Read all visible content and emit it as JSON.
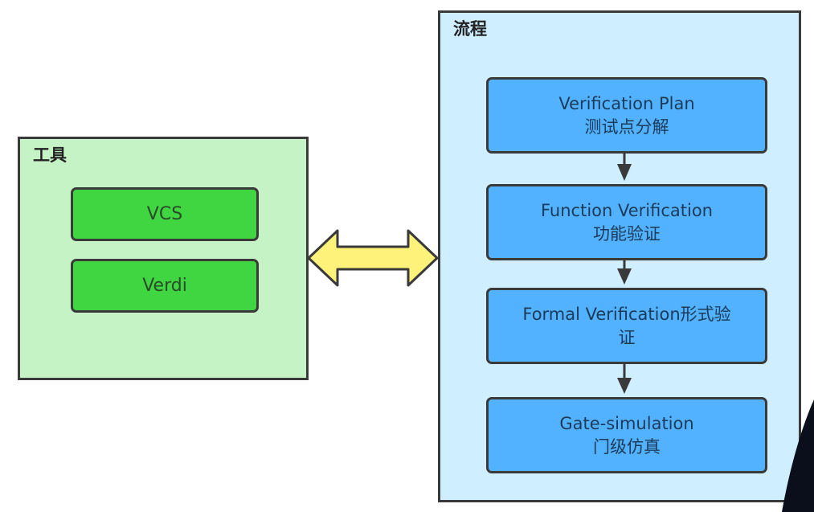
{
  "tools": {
    "title": "工具",
    "items": [
      "VCS",
      "Verdi"
    ]
  },
  "flow": {
    "title": "流程",
    "steps": [
      {
        "line1": "Verification Plan",
        "line2": "测试点分解"
      },
      {
        "line1": "Function Verification",
        "line2": "功能验证"
      },
      {
        "line1": "Formal Verification形式验",
        "line2": "证"
      },
      {
        "line1": "Gate-simulation",
        "line2": "门级仿真"
      }
    ]
  },
  "colors": {
    "tools_bg": "#c6f3c6",
    "tool_box": "#3fd641",
    "flow_bg": "#cfeeff",
    "flow_box": "#52b2ff",
    "double_arrow": "#fff27a",
    "border": "#3a3a3a"
  }
}
